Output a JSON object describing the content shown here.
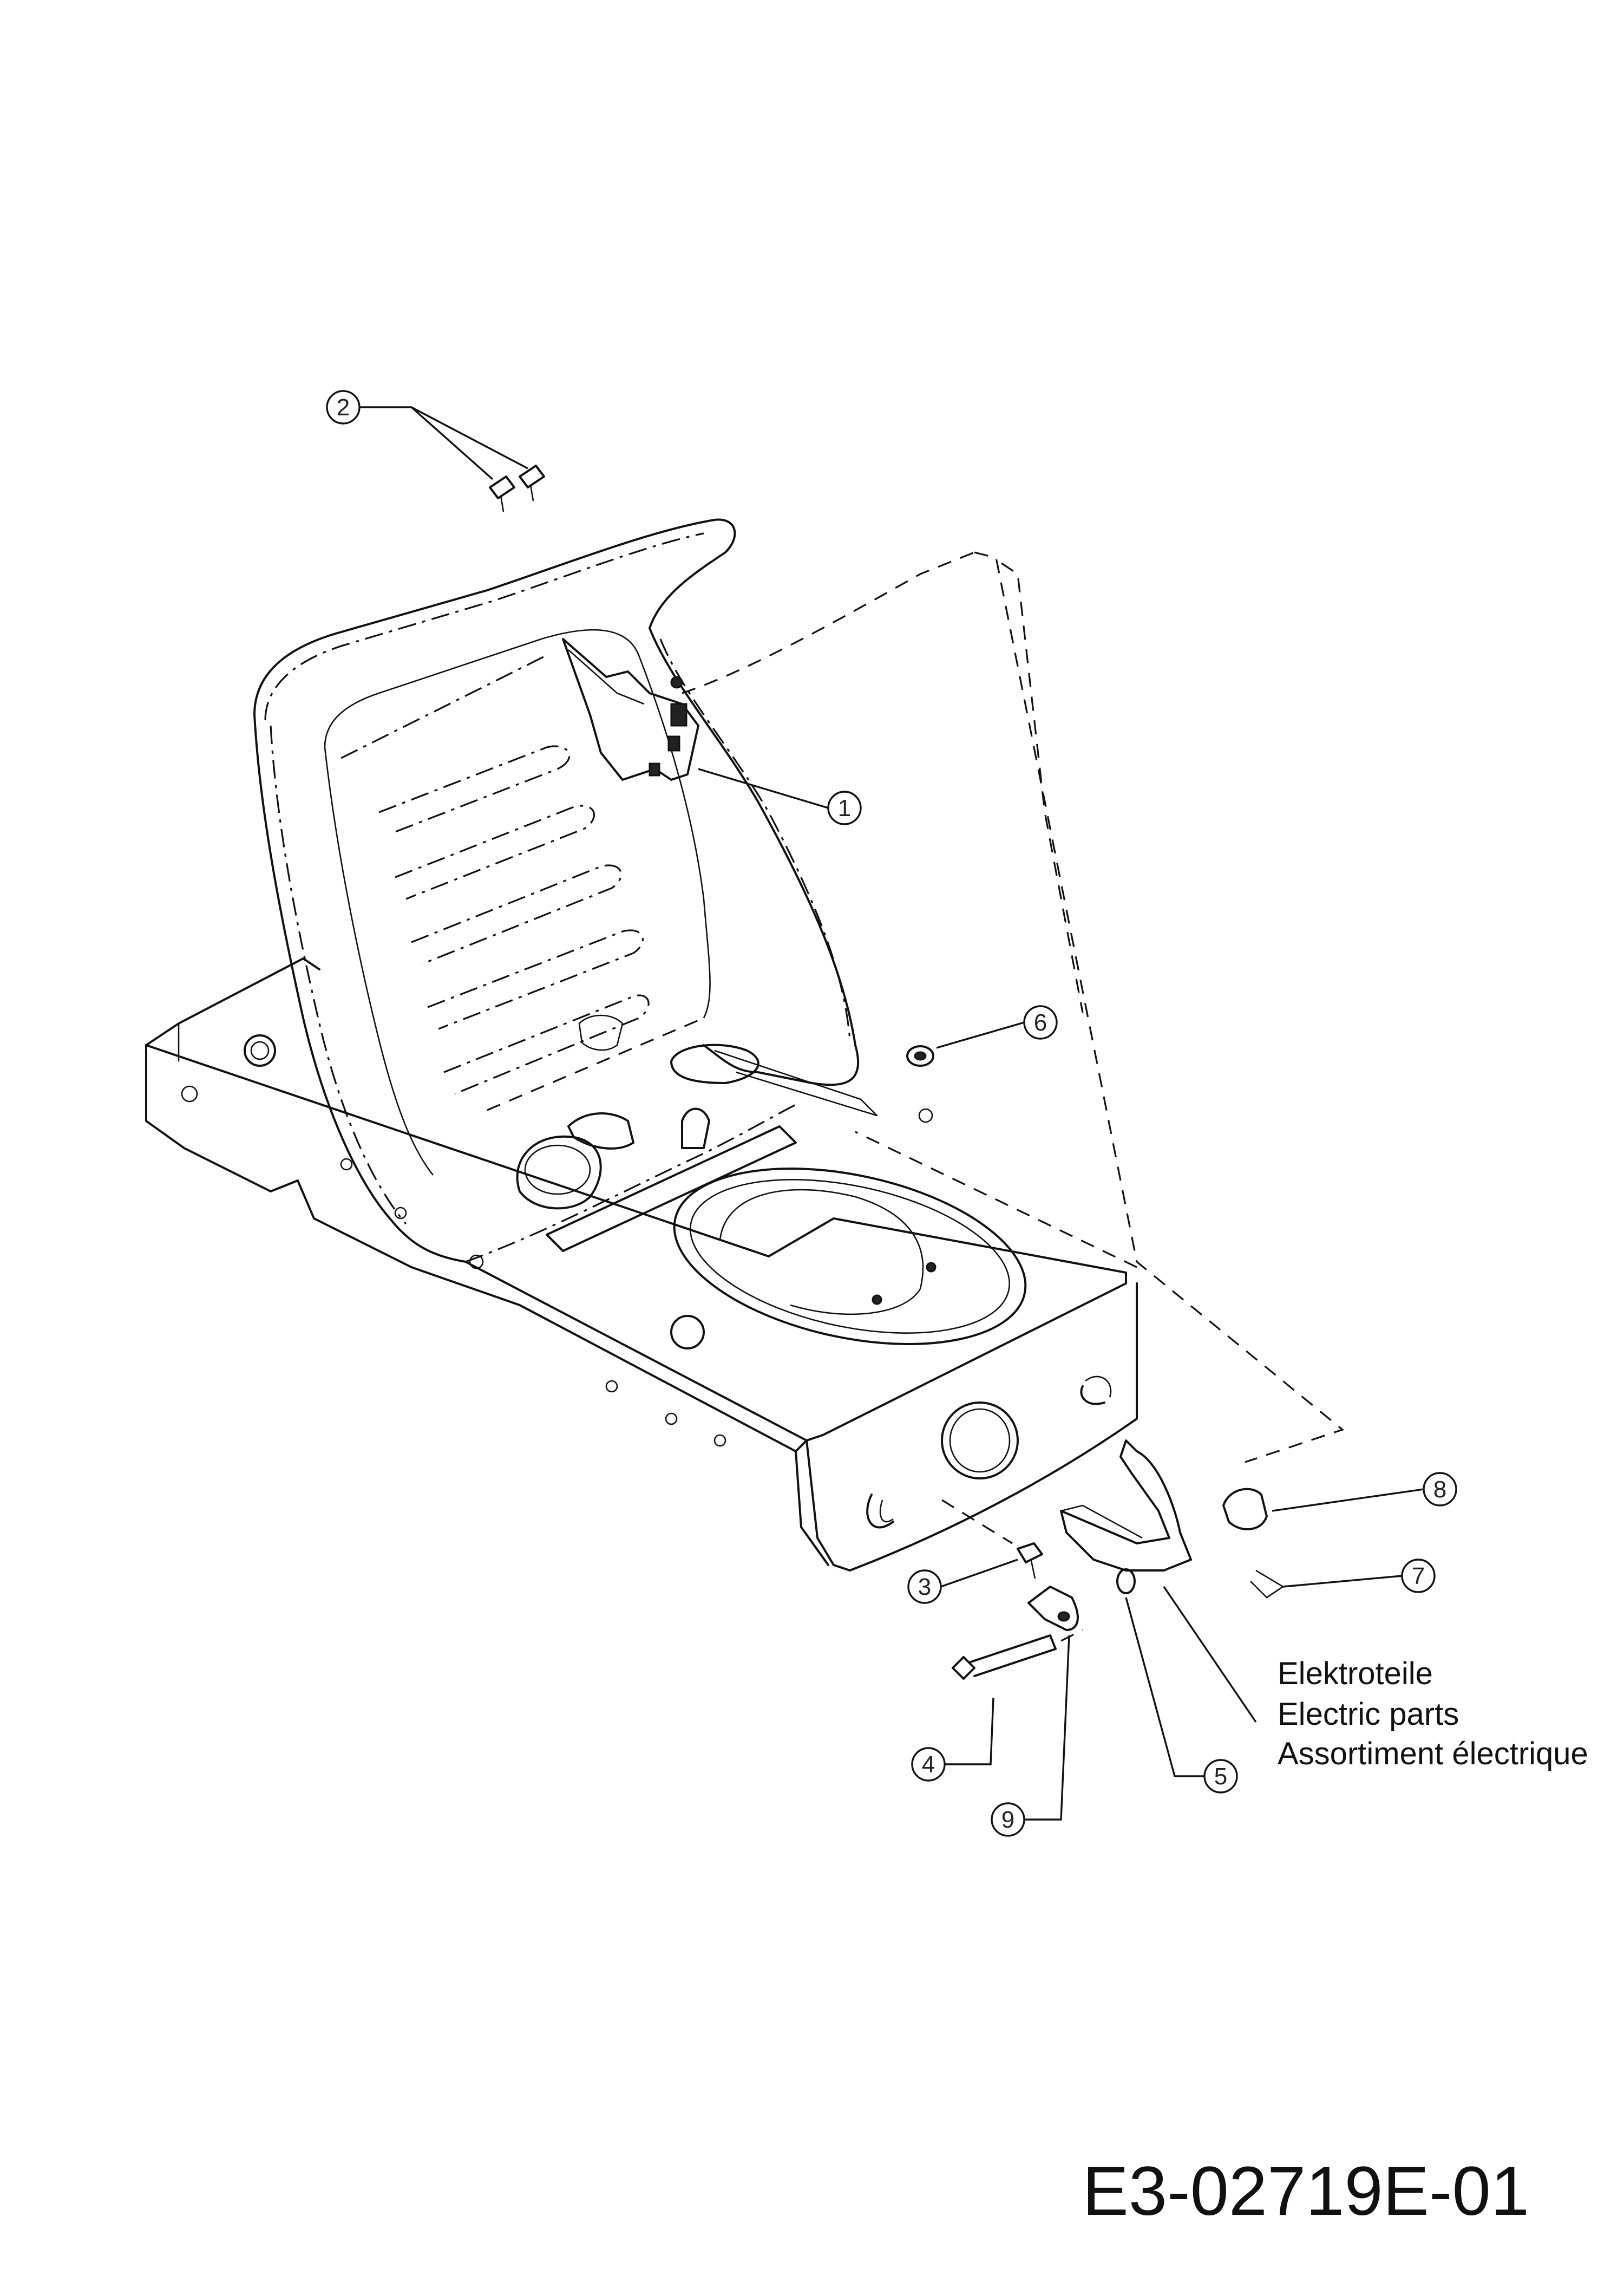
{
  "callouts": [
    "1",
    "2",
    "3",
    "4",
    "5",
    "6",
    "7",
    "8",
    "9"
  ],
  "note": {
    "line1": "Elektroteile",
    "line2": "Electric parts",
    "line3": "Assortiment électrique"
  },
  "drawing_code": "E3-02719E-01"
}
